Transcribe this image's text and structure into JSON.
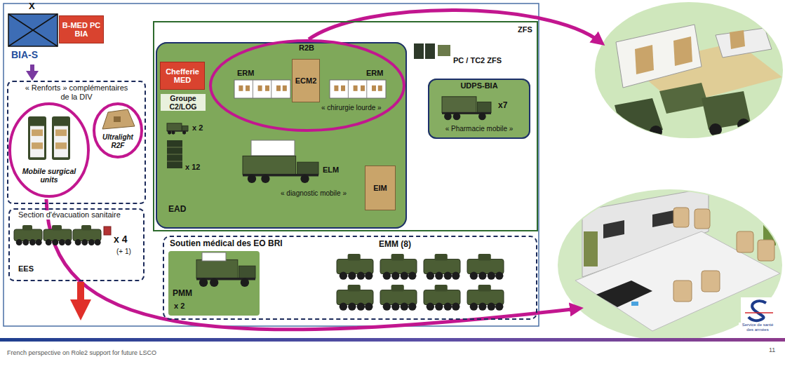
{
  "diagram": {
    "nodes": [
      {
        "text": [
          "X",
          "BIA-S"
        ]
      },
      {
        "text": [
          "B-MED PC BIA"
        ]
      },
      {
        "text": [
          "« Renforts » complémentaires de la DIV"
        ]
      },
      {
        "text": [
          "Mobile surgical units"
        ],
        "in": 2
      },
      {
        "text": [
          "Ultralight R2F"
        ],
        "in": 2
      },
      {
        "text": [
          "Section d'évacuation sanitaire",
          "x 4",
          "(+ 1)",
          "EES"
        ]
      },
      {
        "text": [
          "ZFS"
        ]
      },
      {
        "text": [
          "EAD"
        ],
        "in": 6
      },
      {
        "text": [
          "Chefferie MED"
        ],
        "in": 7
      },
      {
        "text": [
          "Groupe C2/LOG",
          "x 2",
          "x 12"
        ],
        "in": 7
      },
      {
        "text": [
          "R2B"
        ],
        "in": 7
      },
      {
        "text": [
          "ERM"
        ],
        "in": 10
      },
      {
        "text": [
          "ECM2"
        ],
        "in": 10
      },
      {
        "text": [
          "ERM",
          "« chirurgie lourde »"
        ],
        "in": 10
      },
      {
        "text": [
          "ELM",
          "« diagnostic mobile »"
        ],
        "in": 7
      },
      {
        "text": [
          "EIM"
        ],
        "in": 7
      },
      {
        "text": [
          "PC / TC2 ZFS"
        ],
        "in": 6
      },
      {
        "text": [
          "UDPS-BIA",
          "x7",
          "« Pharmacie mobile »"
        ],
        "in": 6
      },
      {
        "text": [
          "Soutien médical des EO BRI"
        ]
      },
      {
        "text": [
          "PMM",
          "x 2"
        ],
        "in": 18
      },
      {
        "text": [
          "EMM (8)"
        ],
        "in": 18
      }
    ],
    "edges": [
      {
        "from": 0,
        "to": 2,
        "arrow": "to"
      }
    ],
    "labels": [
      "French perspective on Role2 support for future LSCO",
      "11",
      "Service de santé des armées"
    ]
  }
}
